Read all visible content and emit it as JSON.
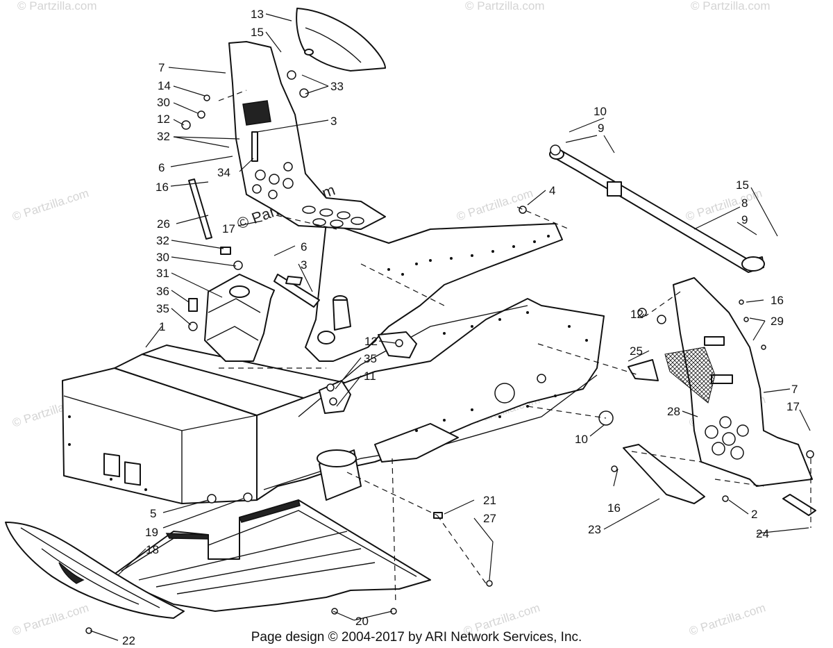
{
  "watermark": "© Partzilla.com",
  "footer": "Page design © 2004-2017 by ARI Network Services, Inc.",
  "callouts": [
    "1",
    "2",
    "3",
    "4",
    "5",
    "6",
    "7",
    "8",
    "9",
    "10",
    "11",
    "12",
    "13",
    "14",
    "15",
    "16",
    "17",
    "18",
    "19",
    "20",
    "21",
    "22",
    "23",
    "24",
    "25",
    "26",
    "27",
    "28",
    "29",
    "30",
    "31",
    "32",
    "33",
    "34",
    "35",
    "36"
  ]
}
